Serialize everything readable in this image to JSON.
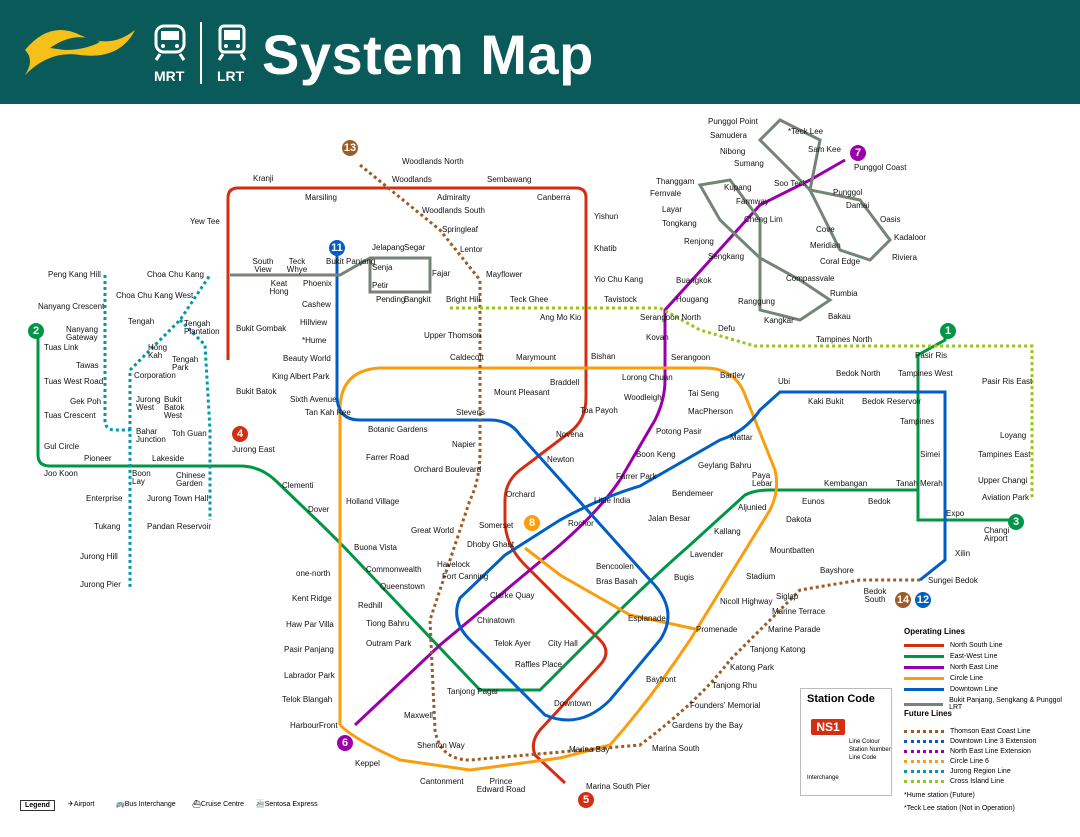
{
  "header": {
    "title": "System Map",
    "mrt_label": "MRT",
    "lrt_label": "LRT",
    "brand_color": "#0b5a5a"
  },
  "lines": [
    {
      "name": "North South Line",
      "color": "#d42e12",
      "number": "5"
    },
    {
      "name": "East-West Line",
      "color": "#009645",
      "number": "1"
    },
    {
      "name": "North East Line",
      "color": "#9900aa",
      "number": "6"
    },
    {
      "name": "Circle Line",
      "color": "#fa9e0d",
      "number": "8"
    },
    {
      "name": "Downtown Line",
      "color": "#005ec4",
      "number": "12"
    },
    {
      "name": "Bukit Panjang, Sengkang & Punggol LRT",
      "color": "#748477"
    }
  ],
  "future_lines": [
    {
      "name": "Thomson East Coast Line",
      "color": "#9d5b25"
    },
    {
      "name": "Downtown Line 3 Extension",
      "color": "#005ec4"
    },
    {
      "name": "North East Line Extension",
      "color": "#9900aa"
    },
    {
      "name": "Circle Line 6",
      "color": "#fa9e0d"
    },
    {
      "name": "Jurong Region Line",
      "color": "#0099aa"
    },
    {
      "name": "Cross Island Line",
      "color": "#97c616"
    }
  ],
  "legend": {
    "operating_title": "Operating Lines",
    "future_title": "Future Lines",
    "interchange_title": "Interchange",
    "hume_note": "*Hume station (Future)",
    "teck_lee_note": "*Teck Lee station (Not in Operation)"
  },
  "station_code": {
    "title": "Station Code",
    "example": "NS1",
    "line_colour": "Line Colour",
    "station_number": "Station Number",
    "line_code": "Line Code"
  },
  "footer": {
    "legend": "Legend",
    "airport": "Airport",
    "bus": "Bus Interchange",
    "cruise": "Cruise Centre",
    "sentosa": "Sentosa Express"
  },
  "circles": {
    "c1": "1",
    "c3": "3",
    "c4": "4",
    "c5": "5",
    "c6": "6",
    "c7": "7",
    "c8": "8",
    "c11": "11",
    "c12": "12",
    "c13": "13",
    "c14": "14",
    "c2": "2"
  },
  "stations": {
    "kranji": "Kranji",
    "marsiling": "Marsiling",
    "woodlands": "Woodlands",
    "admiralty": "Admiralty",
    "sembawang": "Sembawang",
    "canberra": "Canberra",
    "yew_tee": "Yew Tee",
    "yishun": "Yishun",
    "khatib": "Khatib",
    "yio_chu_kang": "Yio Chu Kang",
    "ang_mo_kio": "Ang Mo Kio",
    "bishan": "Bishan",
    "braddell": "Braddell",
    "toa_payoh": "Toa Payoh",
    "novena": "Novena",
    "newton": "Newton",
    "orchard": "Orchard",
    "somerset": "Somerset",
    "dhoby_ghaut": "Dhoby Ghaut",
    "city_hall": "City Hall",
    "raffles_place": "Raffles Place",
    "marina_bay": "Marina Bay",
    "marina_south_pier": "Marina South Pier",
    "bukit_batok": "Bukit Batok",
    "bukit_gombak": "Bukit Gombak",
    "choa_chu_kang": "Choa Chu Kang",
    "jurong_east": "Jurong East",
    "woodlands_north": "Woodlands North",
    "woodlands_south": "Woodlands South",
    "springleaf": "Springleaf",
    "lentor": "Lentor",
    "mayflower": "Mayflower",
    "bright_hill": "Bright Hill",
    "upper_thomson": "Upper Thomson",
    "caldecott": "Caldecott",
    "mount_pleasant": "Mount Pleasant",
    "stevens": "Stevens",
    "napier": "Napier",
    "orchard_boulevard": "Orchard Boulevard",
    "great_world": "Great World",
    "havelock": "Havelock",
    "maxwell": "Maxwell",
    "shenton_way": "Shenton Way",
    "gardens_by_the_bay": "Gardens by the Bay",
    "tanjong_rhu": "Tanjong Rhu",
    "katong_park": "Katong Park",
    "tanjong_katong": "Tanjong Katong",
    "marine_parade": "Marine Parade",
    "marine_terrace": "Marine Terrace",
    "siglap": "Siglap",
    "bayshore": "Bayshore",
    "bedok_south": "Bedok South",
    "sungei_bedok": "Sungei Bedok",
    "founders_memorial": "Founders' Memorial",
    "pasir_ris": "Pasir Ris",
    "tampines": "Tampines",
    "simei": "Simei",
    "tanah_merah": "Tanah Merah",
    "bedok": "Bedok",
    "kembangan": "Kembangan",
    "eunos": "Eunos",
    "paya_lebar": "Paya Lebar",
    "aljunied": "Aljunied",
    "kallang": "Kallang",
    "lavender": "Lavender",
    "bugis": "Bugis",
    "tanjong_pagar": "Tanjong Pagar",
    "outram_park": "Outram Park",
    "tiong_bahru": "Tiong Bahru",
    "redhill": "Redhill",
    "queenstown": "Queenstown",
    "commonwealth": "Commonwealth",
    "buona_vista": "Buona Vista",
    "dover": "Dover",
    "clementi": "Clementi",
    "expo": "Expo",
    "changi_airport": "Changi Airport",
    "xilin": "Xilin",
    "upper_changi": "Upper Changi",
    "tampines_east": "Tampines East",
    "tampines_west": "Tampines West",
    "bedok_north": "Bedok North",
    "bedok_reservoir": "Bedok Reservoir",
    "kaki_bukit": "Kaki Bukit",
    "ubi": "Ubi",
    "macpherson": "MacPherson",
    "mattar": "Mattar",
    "geylang_bahru": "Geylang Bahru",
    "bendemeer": "Bendemeer",
    "jalan_besar": "Jalan Besar",
    "bencoolen": "Bencoolen",
    "rochor": "Rochor",
    "little_india": "Little India",
    "farrer_park": "Farrer Park",
    "boon_keng": "Boon Keng",
    "potong_pasir": "Potong Pasir",
    "woodleigh": "Woodleigh",
    "serangoon": "Serangoon",
    "kovan": "Kovan",
    "hougang": "Hougang",
    "buangkok": "Buangkok",
    "sengkang": "Sengkang",
    "punggol": "Punggol",
    "punggol_coast": "Punggol Coast",
    "clarke_quay": "Clarke Quay",
    "chinatown": "Chinatown",
    "harbourfront": "HarbourFront",
    "keppel": "Keppel",
    "cantonment": "Cantonment",
    "prince_edward_road": "Prince Edward Road",
    "marina_south": "Marina South",
    "bras_basah": "Bras Basah",
    "esplanade": "Esplanade",
    "promenade": "Promenade",
    "nicoll_highway": "Nicoll Highway",
    "stadium": "Stadium",
    "mountbatten": "Mountbatten",
    "dakota": "Dakota",
    "tai_seng": "Tai Seng",
    "bartley": "Bartley",
    "lorong_chuan": "Lorong Chuan",
    "marymount": "Marymount",
    "botanic_gardens": "Botanic Gardens",
    "farrer_road": "Farrer Road",
    "holland_village": "Holland Village",
    "one_north": "one-north",
    "kent_ridge": "Kent Ridge",
    "haw_par_villa": "Haw Par Villa",
    "pasir_panjang": "Pasir Panjang",
    "labrador_park": "Labrador Park",
    "telok_blangah": "Telok Blangah",
    "telok_ayer": "Telok Ayer",
    "downtown": "Downtown",
    "bayfront": "Bayfront",
    "fort_canning": "Fort Canning",
    "tan_kah_kee": "Tan Kah Kee",
    "sixth_avenue": "Sixth Avenue",
    "king_albert_park": "King Albert Park",
    "beauty_world": "Beauty World",
    "hume": "*Hume",
    "hillview": "Hillview",
    "cashew": "Cashew",
    "bukit_panjang": "Bukit Panjang",
    "teck_ghee": "Teck Ghee",
    "tavistock": "Tavistock",
    "serangoon_north": "Serangoon North",
    "defu": "Defu",
    "tampines_north": "Tampines North",
    "pasir_ris_east": "Pasir Ris East",
    "loyang": "Loyang",
    "aviation_park": "Aviation Park",
    "peng_kang_hill": "Peng Kang Hill",
    "nanyang_crescent": "Nanyang Crescent",
    "nanyang_gateway": "Nanyang Gateway",
    "tawas": "Tawas",
    "tuas_link": "Tuas Link",
    "tuas_west_road": "Tuas West Road",
    "tuas_crescent": "Tuas Crescent",
    "gul_circle": "Gul Circle",
    "joo_koon": "Joo Koon",
    "pioneer": "Pioneer",
    "boon_lay": "Boon Lay",
    "lakeside": "Lakeside",
    "chinese_garden": "Chinese Garden",
    "enterprise": "Enterprise",
    "tukang": "Tukang",
    "jurong_hill": "Jurong Hill",
    "jurong_pier": "Jurong Pier",
    "gek_poh": "Gek Poh",
    "corporation": "Corporation",
    "hong_kah": "Hong Kah",
    "tengah": "Tengah",
    "tengah_plantation": "Tengah Plantation",
    "tengah_park": "Tengah Park",
    "bukit_batok_west": "Bukit Batok West",
    "toh_guan": "Toh Guan",
    "jurong_town_hall": "Jurong Town Hall",
    "pandan_reservoir": "Pandan Reservoir",
    "jurong_west": "Jurong West",
    "bahar_junction": "Bahar Junction",
    "choa_chu_kang_west": "Choa Chu Kang West",
    "south_view": "South View",
    "keat_hong": "Keat Hong",
    "teck_whye": "Teck Whye",
    "phoenix": "Phoenix",
    "jelapang": "Jelapang",
    "segar": "Segar",
    "senja": "Senja",
    "fajar": "Fajar",
    "petir": "Petir",
    "pending": "Pending",
    "bangkit": "Bangkit",
    "teck_lee": "*Teck Lee",
    "samudera": "Samudera",
    "nibong": "Nibong",
    "sumang": "Sumang",
    "soo_teck": "Soo Teck",
    "punggol_point": "Punggol Point",
    "sam_kee": "Sam Kee",
    "damai": "Damai",
    "oasis": "Oasis",
    "cove": "Cove",
    "kadaloor": "Kadaloor",
    "meridian": "Meridian",
    "coral_edge": "Coral Edge",
    "riviera": "Riviera",
    "thanggam": "Thanggam",
    "fernvale": "Fernvale",
    "layar": "Layar",
    "tongkang": "Tongkang",
    "renjong": "Renjong",
    "kupang": "Kupang",
    "farmway": "Farmway",
    "cheng_lim": "Cheng Lim",
    "compassvale": "Compassvale",
    "rumbia": "Rumbia",
    "bakau": "Bakau",
    "kangkar": "Kangkar",
    "ranggung": "Ranggung"
  }
}
